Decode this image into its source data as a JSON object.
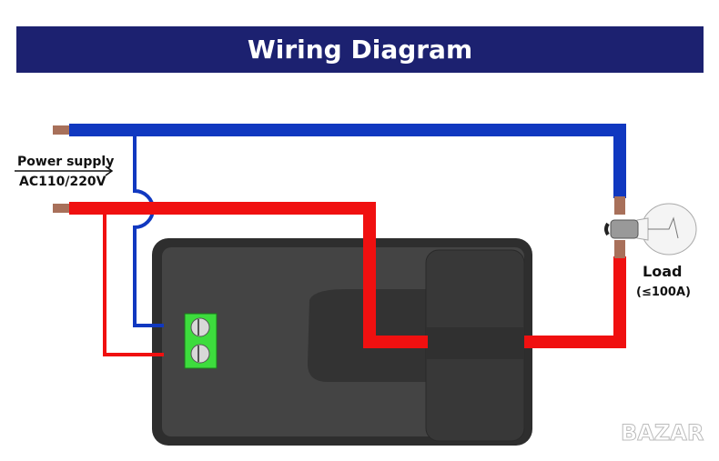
{
  "title": "Wiring Diagram",
  "power_supply": {
    "label": "Power supply",
    "voltage": "AC110/220V"
  },
  "load": {
    "label": "Load",
    "rating": "(≤100A)"
  },
  "watermark": "BAZAR",
  "colors": {
    "header": "#1c2170",
    "live_wire": "#f01010",
    "neutral_wire": "#1038c0",
    "copper": "#a8705a",
    "terminal": "#3ddc3d",
    "device": "#3b3b3b"
  }
}
